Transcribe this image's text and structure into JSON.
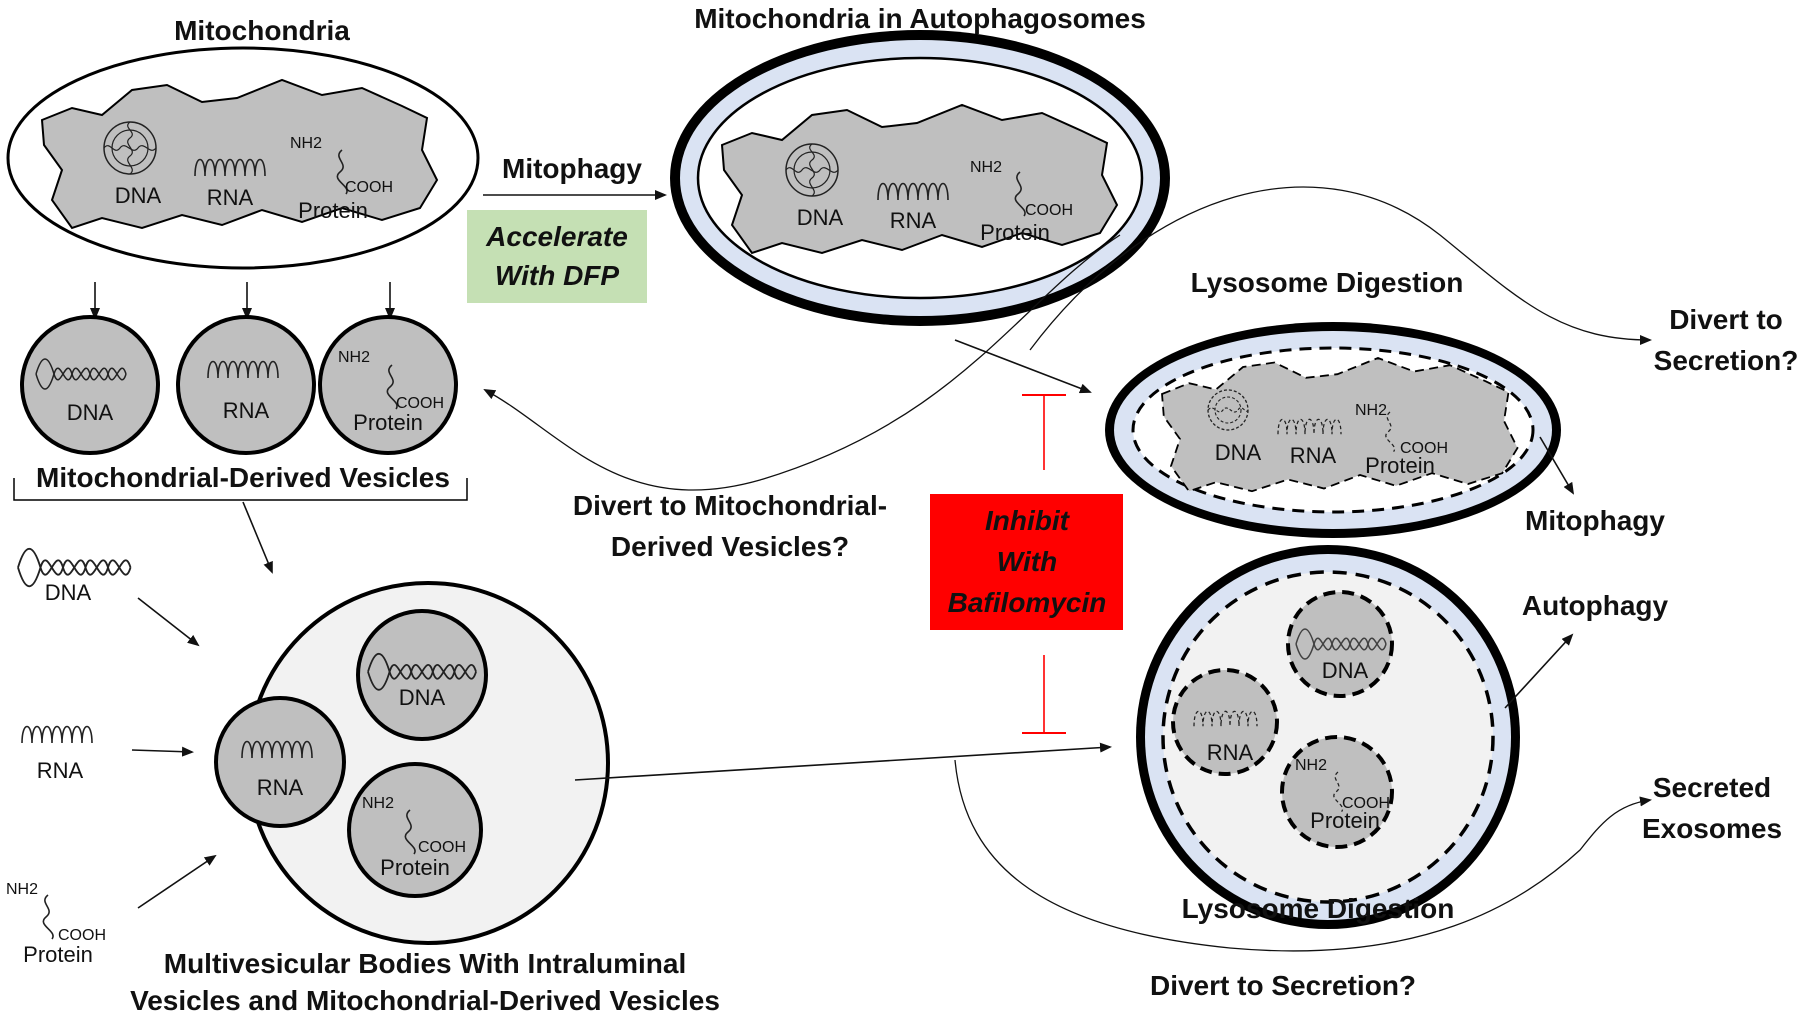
{
  "labels": {
    "mitochondria": "Mitochondria",
    "mito_autophagosomes": "Mitochondria in Autophagosomes",
    "mitophagy_arrow": "Mitophagy",
    "accelerate_line1": "Accelerate",
    "accelerate_line2": "With DFP",
    "lysosome_digestion_top": "Lysosome Digestion",
    "lysosome_digestion_bottom": "Lysosome Digestion",
    "divert_secretion_top_line1": "Divert to",
    "divert_secretion_top_line2": "Secretion?",
    "mitophagy_out": "Mitophagy",
    "autophagy_out": "Autophagy",
    "mdv_caption": "Mitochondrial-Derived Vesicles",
    "divert_mdv_line1": "Divert to Mitochondrial-",
    "divert_mdv_line2": "Derived Vesicles?",
    "inhibit_line1": "Inhibit",
    "inhibit_line2": "With",
    "inhibit_line3": "Bafilomycin",
    "mvb_caption_line1": "Multivesicular Bodies With Intraluminal",
    "mvb_caption_line2": "Vesicles and Mitochondrial-Derived Vesicles",
    "secreted_exosomes_line1": "Secreted",
    "secreted_exosomes_line2": "Exosomes",
    "divert_secretion_bottom": "Divert to Secretion?"
  },
  "molecules": {
    "dna": "DNA",
    "rna": "RNA",
    "protein": "Protein",
    "nh2": "NH2",
    "cooh": "COOH"
  },
  "colors": {
    "matrix_gray": "#bfbfbf",
    "membrane_blue": "#dae3f3",
    "mvb_fill": "#f2f2f2",
    "dfp_green": "#c5e0b4",
    "bafilomycin_red": "#ff0000",
    "inhibit_line": "#ff0000"
  }
}
